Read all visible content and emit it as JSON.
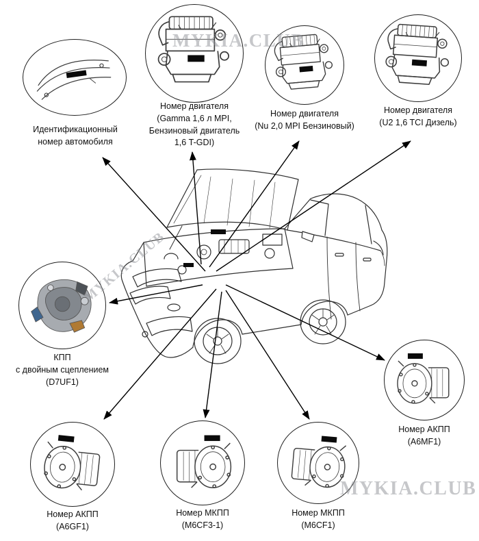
{
  "watermark": {
    "text": "MYKIA.CLUB"
  },
  "callouts": {
    "vin": {
      "label": "Идентификационный\nномер автомобиля"
    },
    "engine_gamma": {
      "label": "Номер двигателя\n(Gamma 1,6 л MPI,\nБензиновый двигатель\n1,6 T-GDI)"
    },
    "engine_nu": {
      "label": "Номер двигателя\n(Nu 2,0 MPI Бензиновый)"
    },
    "engine_u2": {
      "label": "Номер двигателя\n(U2 1,6 TCI Дизель)"
    },
    "dct": {
      "label": "КПП\nс двойным сцеплением\n(D7UF1)"
    },
    "at_a6mf1": {
      "label": "Номер АКПП\n(A6MF1)"
    },
    "at_a6gf1": {
      "label": "Номер АКПП\n(A6GF1)"
    },
    "mt_m6cf3_1": {
      "label": "Номер МКПП\n(M6CF3-1)"
    },
    "mt_m6cf1": {
      "label": "Номер МКПП\n(M6CF1)"
    }
  }
}
